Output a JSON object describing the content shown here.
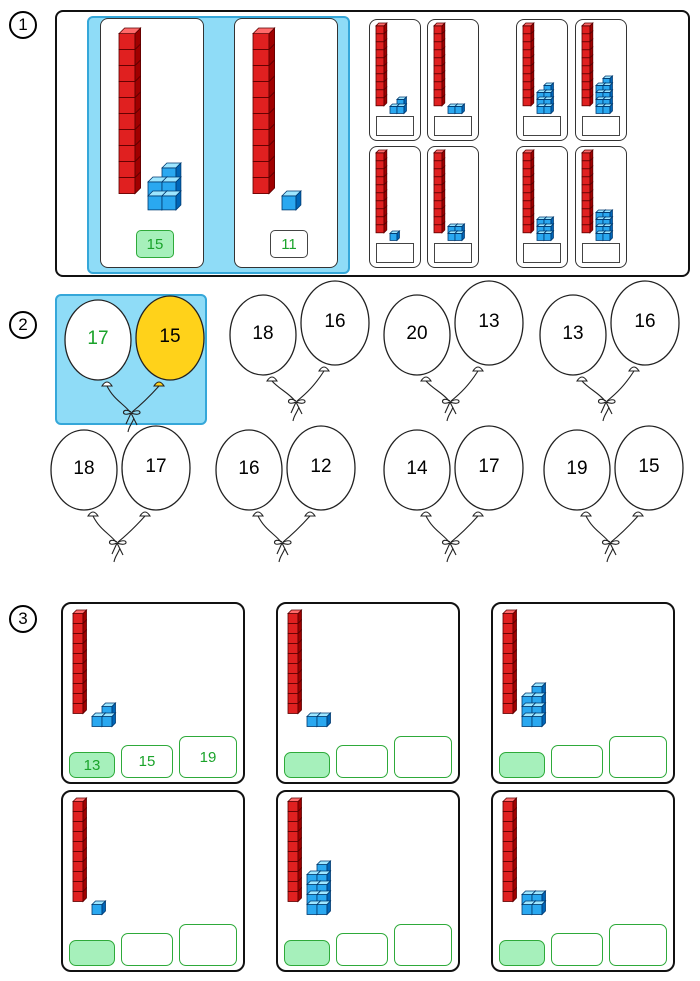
{
  "sections": [
    {
      "number": "1"
    },
    {
      "number": "2"
    },
    {
      "number": "3"
    }
  ],
  "section1": {
    "example_big_cards": [
      {
        "tens": 1,
        "ones": 5,
        "answer": "15"
      },
      {
        "tens": 1,
        "ones": 1,
        "answer": "11"
      }
    ],
    "small_cards": [
      {
        "tens": 1,
        "ones": 3
      },
      {
        "tens": 1,
        "ones": 2
      },
      {
        "tens": 1,
        "ones": 7
      },
      {
        "tens": 1,
        "ones": 9
      },
      {
        "tens": 1,
        "ones": 1
      },
      {
        "tens": 1,
        "ones": 4
      },
      {
        "tens": 1,
        "ones": 6
      },
      {
        "tens": 1,
        "ones": 8
      }
    ]
  },
  "section2": {
    "balloon_pairs": [
      {
        "left": "17",
        "right": "15",
        "example": true
      },
      {
        "left": "18",
        "right": "16"
      },
      {
        "left": "20",
        "right": "13"
      },
      {
        "left": "13",
        "right": "16"
      },
      {
        "left": "18",
        "right": "17"
      },
      {
        "left": "16",
        "right": "12"
      },
      {
        "left": "14",
        "right": "17"
      },
      {
        "left": "19",
        "right": "15"
      }
    ]
  },
  "section3": {
    "cards": [
      {
        "tens": 1,
        "ones": 3,
        "answers": [
          "13",
          "15",
          "19"
        ]
      },
      {
        "tens": 1,
        "ones": 2,
        "answers": [
          "",
          "",
          ""
        ]
      },
      {
        "tens": 1,
        "ones": 7,
        "answers": [
          "",
          "",
          ""
        ]
      },
      {
        "tens": 1,
        "ones": 1,
        "answers": [
          "",
          "",
          ""
        ]
      },
      {
        "tens": 1,
        "ones": 9,
        "answers": [
          "",
          "",
          ""
        ]
      },
      {
        "tens": 1,
        "ones": 4,
        "answers": [
          "",
          "",
          ""
        ]
      }
    ]
  },
  "colors": {
    "rod": "#e02020",
    "cube": "#2aa8f0",
    "answer_green": "#1aa32a",
    "highlight": "#8fdcf7",
    "balloon_yellow": "#ffd21a"
  }
}
